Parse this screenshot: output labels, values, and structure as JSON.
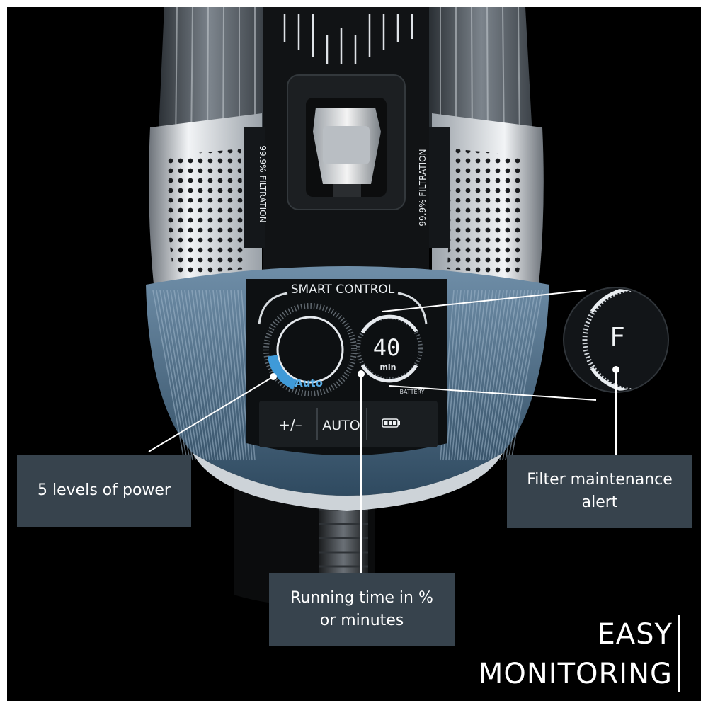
{
  "device": {
    "filtration_left": "99.9% FILTRATION",
    "filtration_right": "99.9% FILTRATION",
    "display": {
      "title": "SMART CONTROL",
      "mode_label": "Auto",
      "time_value": "40",
      "time_unit": "min",
      "battery_caption": "BATTERY",
      "power_level_fraction": 0.2,
      "buttons": [
        "+/–",
        "AUTO",
        "battery-icon"
      ]
    },
    "filter_alert_symbol": "F"
  },
  "callouts": {
    "power": "5 levels of power",
    "filter": [
      "Filter maintenance",
      "alert"
    ],
    "runtime": [
      "Running time in %",
      "or minutes"
    ]
  },
  "headline": [
    "EASY",
    "MONITORING"
  ],
  "colors": {
    "background": "#000000",
    "label_box": "#37434d",
    "accent_blue": "#3f9ad8",
    "steel_blue": "#5b7a95",
    "chrome": "#d9dde2"
  }
}
